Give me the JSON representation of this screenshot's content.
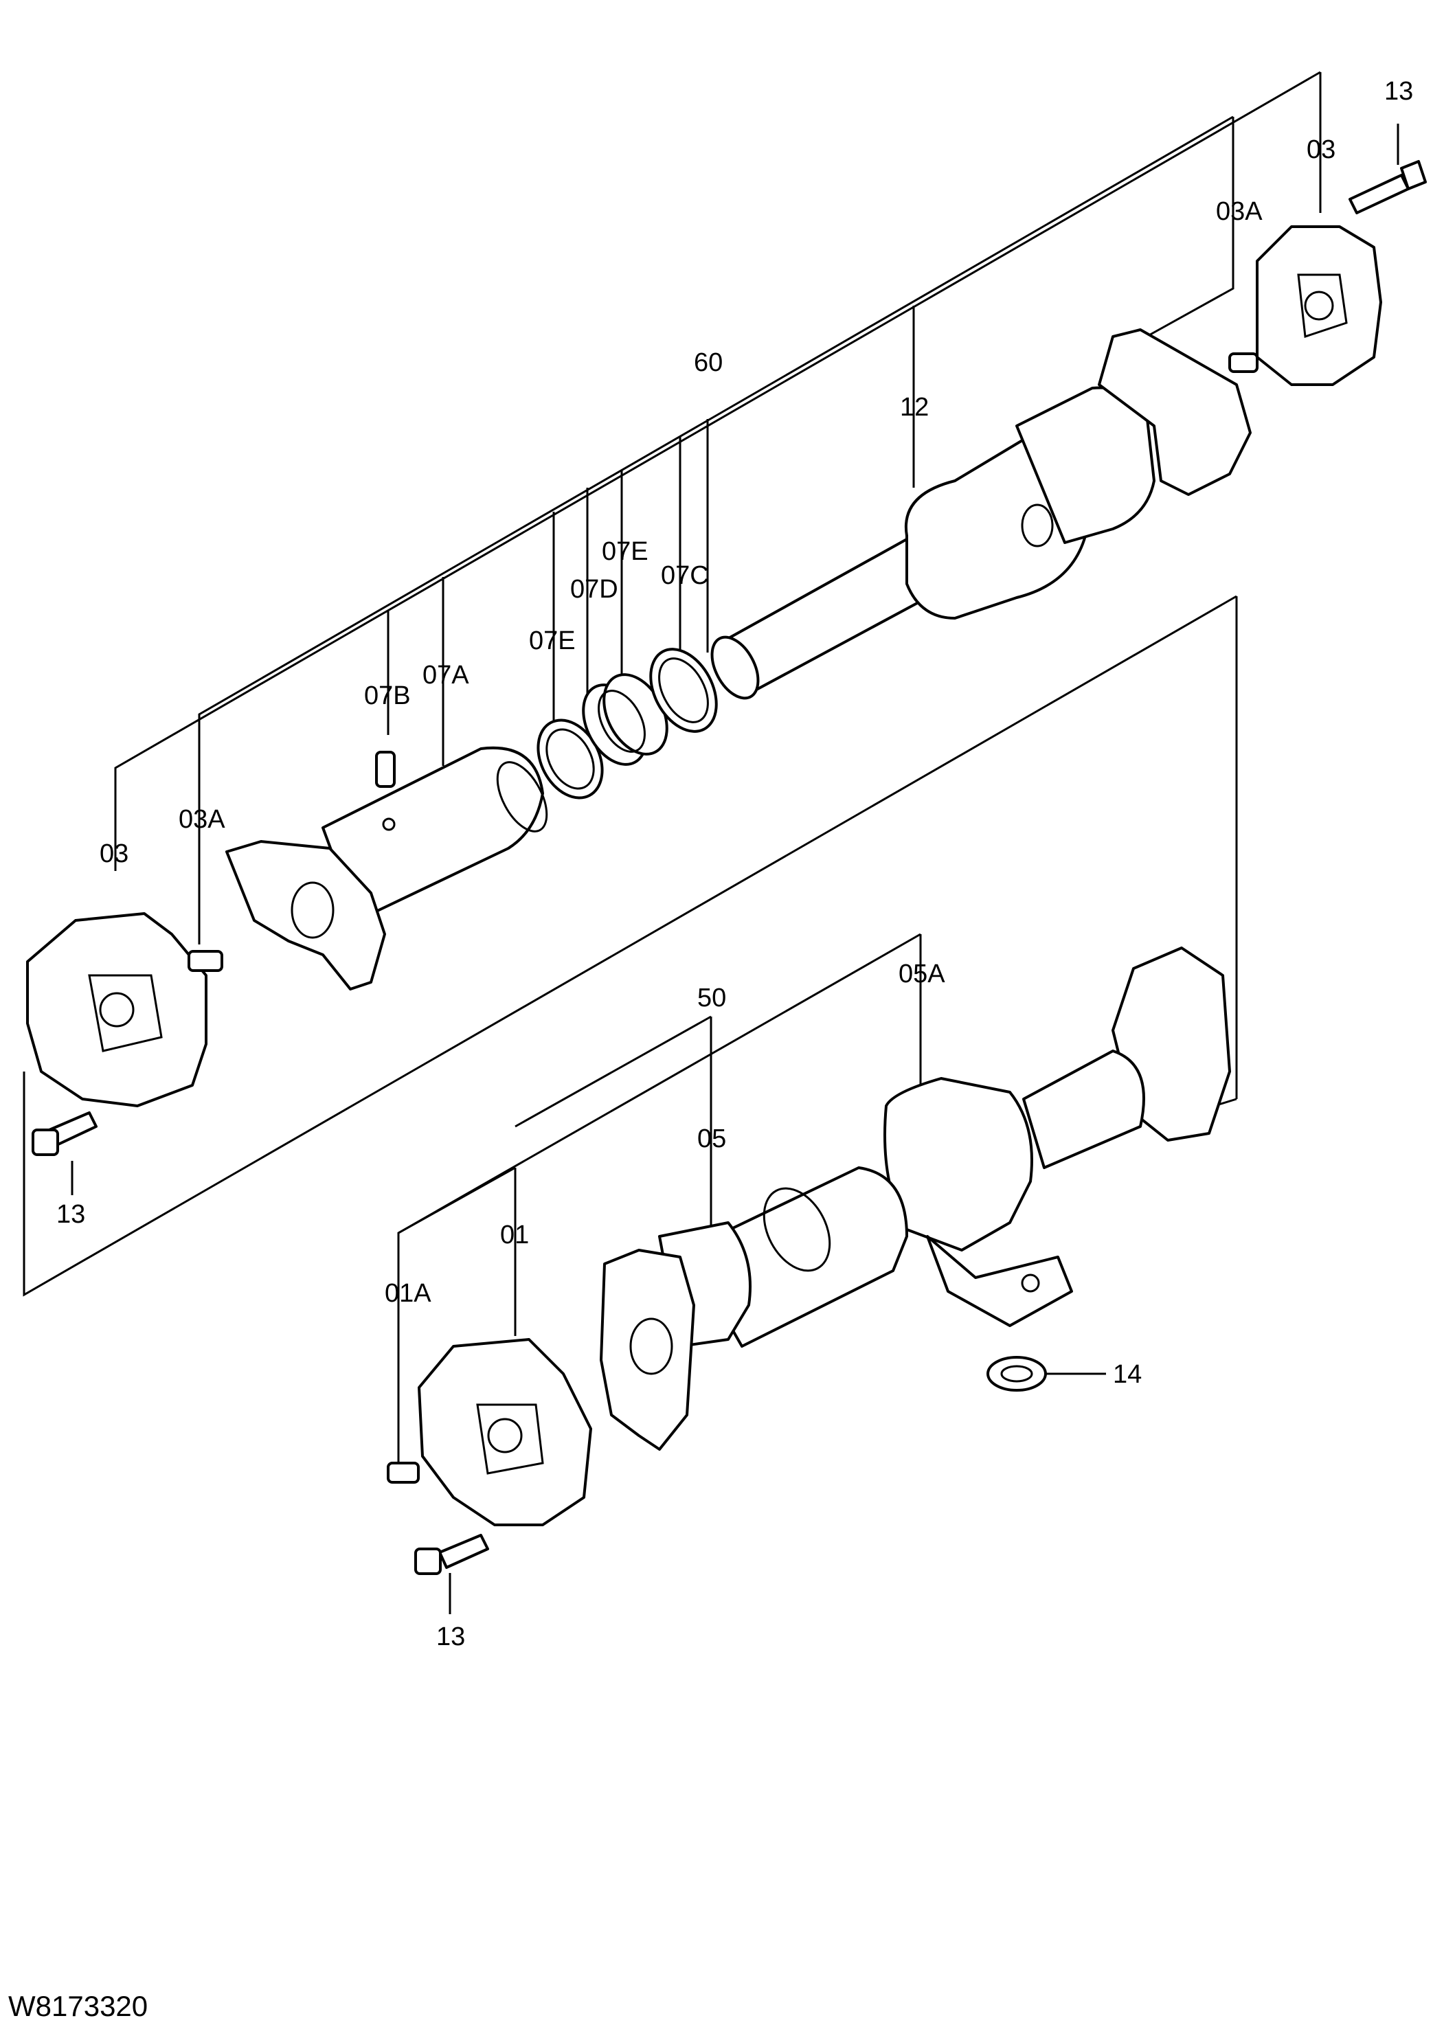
{
  "diagram": {
    "drawing_code": "W8173320",
    "callouts": {
      "c13_top": "13",
      "c03_top": "03",
      "c03a_top": "03A",
      "c12": "12",
      "c60": "60",
      "c07e_upper": "07E",
      "c07d": "07D",
      "c07c": "07C",
      "c07e_lower": "07E",
      "c07a": "07A",
      "c07b": "07B",
      "c03a_left": "03A",
      "c03_left": "03",
      "c13_left": "13",
      "c50": "50",
      "c05a": "05A",
      "c05": "05",
      "c01": "01",
      "c01a": "01A",
      "c14": "14",
      "c13_bottom": "13"
    }
  }
}
